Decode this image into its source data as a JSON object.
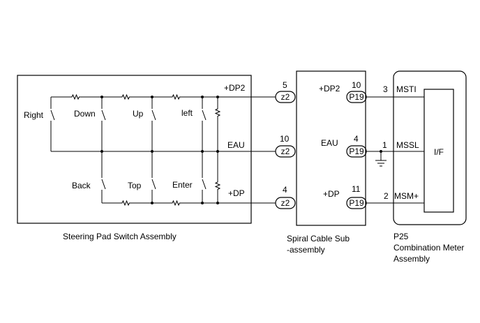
{
  "steering_assembly": {
    "label": "Steering Pad Switch Assembly",
    "switches": [
      "Right",
      "Down",
      "Up",
      "left",
      "Back",
      "Top",
      "Enter"
    ],
    "outputs": [
      "+DP2",
      "EAU",
      "+DP"
    ]
  },
  "spiral_cable": {
    "label_line1": "Spiral Cable Sub",
    "label_line2": "-assembly",
    "connector_left": "z2",
    "connector_right": "P19",
    "pins_left": [
      "5",
      "10",
      "4"
    ],
    "pins_right": [
      "10",
      "4",
      "11"
    ],
    "signals": [
      "+DP2",
      "EAU",
      "+DP"
    ]
  },
  "combination_meter": {
    "code": "P25",
    "label_line1": "Combination Meter",
    "label_line2": "Assembly",
    "pins": [
      "3",
      "1",
      "2"
    ],
    "signals": [
      "MSTI",
      "MSSL",
      "MSM+"
    ],
    "interface": "I/F"
  }
}
